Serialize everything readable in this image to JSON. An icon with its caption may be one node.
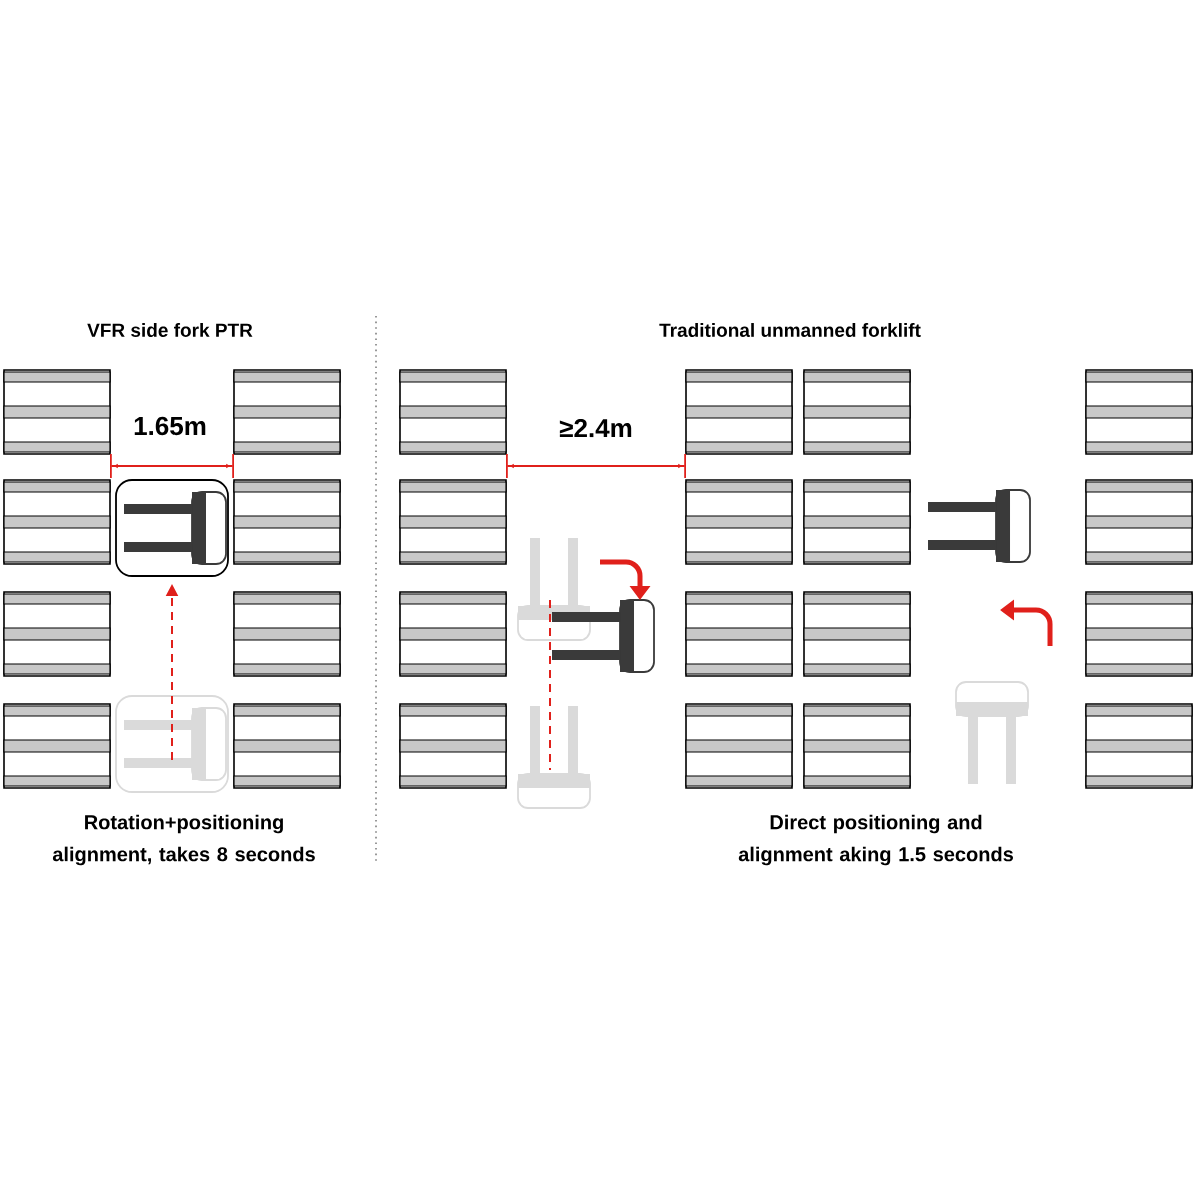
{
  "diagram": {
    "labels": [
      "VFR side fork PTR",
      "Traditional unmanned forklift",
      "1.65m",
      "≥2.4m",
      "Rotation+positioning alignment, takes 8 seconds",
      "Direct positioning and alignment aking 1.5 seconds"
    ]
  }
}
